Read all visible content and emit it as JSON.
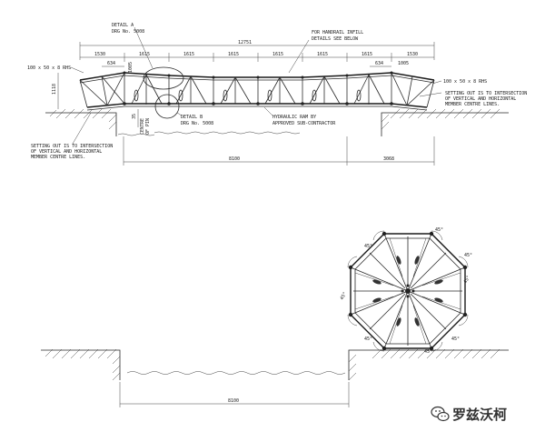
{
  "dimensions": {
    "overall": "12751",
    "segments": [
      "1530",
      "1615",
      "1615",
      "1615",
      "1615",
      "1615",
      "1615",
      "1530"
    ],
    "sub_left": "634",
    "sub_right": "634",
    "small_left": "1005",
    "small_right": "1005",
    "height_left": "1118",
    "span_main": "8100",
    "span_right": "3068",
    "span_lower": "8100",
    "elev": "35"
  },
  "labels": {
    "detail_a": "DETAIL A",
    "detail_a_ref": "DRG No. 5008",
    "detail_b": "DETAIL B",
    "detail_b_ref": "DRG No. 5008",
    "handrail": "FOR HANDRAIL INFILL",
    "handrail_2": "DETAILS SEE BELOW",
    "rhs_left": "100 x 50 x 8 RHS",
    "rhs_right": "100 x 50 x 8 RHS",
    "setting_out_right": [
      "SETTING OUT IS TO INTERSECTION",
      "OF VERTICAL AND HORIZONTAL",
      "MEMBER CENTRE LINES."
    ],
    "setting_out_left": [
      "SETTING OUT IS TO INTERSECTION",
      "OF VERTICAL AND HORIZONTAL",
      "MEMBER CENTRE LINES."
    ],
    "ram": [
      "HYDRAULIC RAM BY",
      "APPROVED SUB-CONTRACTOR"
    ],
    "pin": [
      "CENTRE",
      "OF PIN"
    ]
  },
  "angles": [
    "45°",
    "45°",
    "45°",
    "45°",
    "45°",
    "45°",
    "45°",
    "45°"
  ],
  "watermark": "罗兹沃柯"
}
